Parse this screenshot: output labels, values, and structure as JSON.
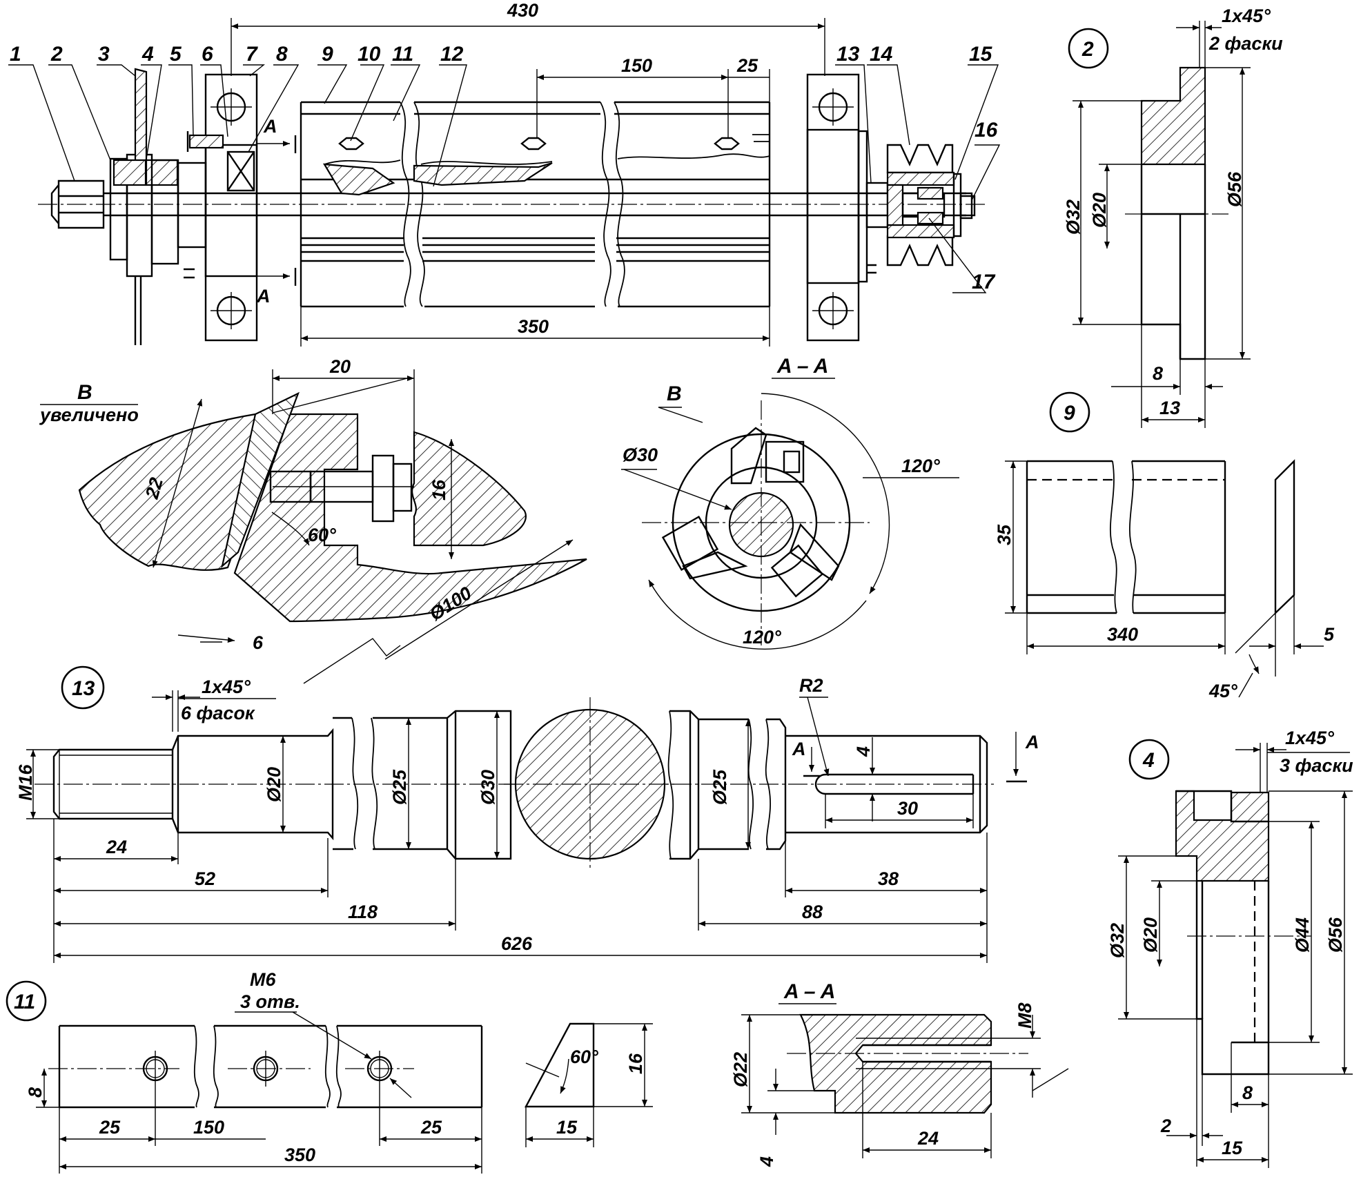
{
  "callouts": [
    "1",
    "2",
    "3",
    "4",
    "5",
    "6",
    "7",
    "8",
    "9",
    "10",
    "11",
    "12",
    "13",
    "14",
    "15",
    "16",
    "17"
  ],
  "detail_numbers": {
    "d2": "2",
    "d9": "9",
    "d13": "13",
    "d4": "4",
    "d11": "11"
  },
  "section_labels": {
    "aa": "A – A",
    "aa2": "A – A",
    "a": "A",
    "b": "B"
  },
  "view_b": {
    "title": "B",
    "subtitle": "увеличено"
  },
  "assembly_dims": {
    "overall": "430",
    "spacing": "150",
    "edge": "25",
    "length": "350"
  },
  "view_b_dims": {
    "d20": "20",
    "d22": "22",
    "d16": "16",
    "angle": "60°",
    "d100": "Ø100",
    "d6": "6"
  },
  "section_aa_dims": {
    "d30": "Ø30",
    "angle1": "120°",
    "angle2": "120°"
  },
  "part2": {
    "chamfer": "1x45°",
    "chamfer_note": "2 фаски",
    "d32": "Ø32",
    "d20": "Ø20",
    "d56": "Ø56",
    "w8": "8",
    "w13": "13"
  },
  "part9": {
    "h35": "35",
    "l340": "340",
    "t5": "5",
    "angle": "45°"
  },
  "part13": {
    "chamfer": "1x45°",
    "chamfer_note": "6 фасок",
    "m16": "M16",
    "d20": "Ø20",
    "d25a": "Ø25",
    "d30": "Ø30",
    "d25b": "Ø25",
    "r2": "R2",
    "k4": "4",
    "k30": "30",
    "l24": "24",
    "l52": "52",
    "l118": "118",
    "l626": "626",
    "l38": "38",
    "l88": "88"
  },
  "part4": {
    "chamfer": "1x45°",
    "chamfer_note": "3 фаски",
    "d32": "Ø32",
    "d20": "Ø20",
    "d44": "Ø44",
    "d56": "Ø56",
    "w8": "8",
    "w2": "2",
    "w15": "15"
  },
  "part11": {
    "thread": "M6",
    "holes": "3 отв.",
    "h8": "8",
    "l25a": "25",
    "l150": "150",
    "l25b": "25",
    "l350": "350"
  },
  "knife_profile": {
    "angle": "60°",
    "h16": "16",
    "w15": "15"
  },
  "section_aa2_dims": {
    "d22": "Ø22",
    "m8": "M8",
    "d4": "4",
    "d24": "24"
  }
}
